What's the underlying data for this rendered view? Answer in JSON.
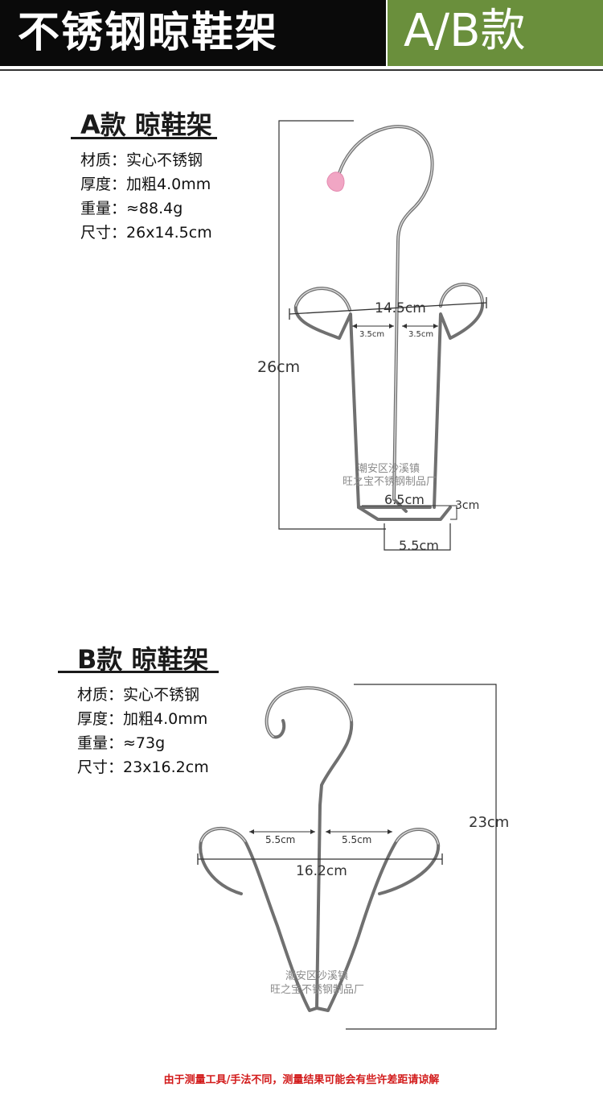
{
  "banner": {
    "title": "不锈钢晾鞋架",
    "variant": "A/B款",
    "left_color": "#0a0a0a",
    "right_color": "#6a8f3c"
  },
  "model_a": {
    "title": "A款 晾鞋架",
    "specs": [
      {
        "label": "材质：",
        "value": "实心不锈钢"
      },
      {
        "label": "厚度：",
        "value": "加粗4.0mm"
      },
      {
        "label": "重量：",
        "value": "≈88.4g"
      },
      {
        "label": "尺寸：",
        "value": "26x14.5cm"
      }
    ],
    "dimensions": {
      "height": "26cm",
      "width": "14.5cm",
      "gap_left": "3.5cm",
      "gap_right": "3.5cm",
      "base_width": "6.5cm",
      "base_depth": "3cm",
      "base_span": "5.5cm"
    },
    "watermark": [
      "潮安区沙溪镇",
      "旺之宝不锈钢制品厂"
    ]
  },
  "model_b": {
    "title": "B款 晾鞋架",
    "specs": [
      {
        "label": "材质：",
        "value": "实心不锈钢"
      },
      {
        "label": "厚度：",
        "value": "加粗4.0mm"
      },
      {
        "label": "重量：",
        "value": "≈73g"
      },
      {
        "label": "尺寸：",
        "value": "23x16.2cm"
      }
    ],
    "dimensions": {
      "height": "23cm",
      "width": "16.2cm",
      "gap_left": "5.5cm",
      "gap_right": "5.5cm"
    },
    "watermark": [
      "潮安区沙溪镇",
      "旺之宝不锈钢制品厂"
    ]
  },
  "disclaimer": "由于测量工具/手法不同，测量结果可能会有些许差距请谅解"
}
